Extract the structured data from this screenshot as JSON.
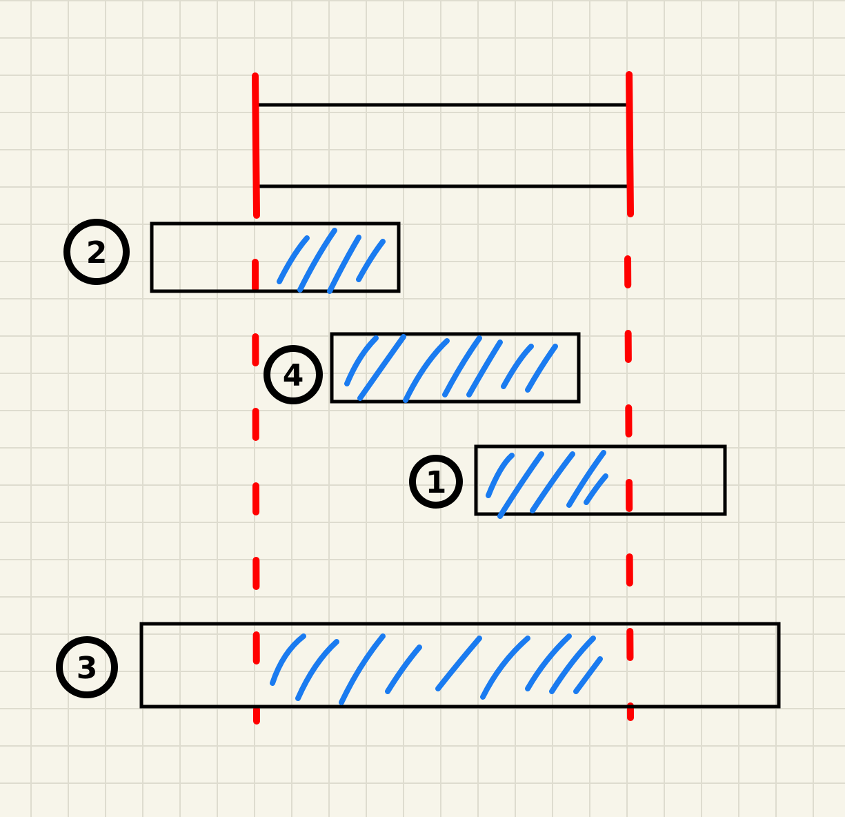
{
  "colors": {
    "background": "#f7f5ea",
    "grid": "#dedccf",
    "boundary": "#ff0000",
    "overlap_hatch": "#1a7bf0",
    "outline": "#000000"
  },
  "intervals": [
    {
      "label": "2"
    },
    {
      "label": "4"
    },
    {
      "label": "1"
    },
    {
      "label": "3"
    }
  ]
}
